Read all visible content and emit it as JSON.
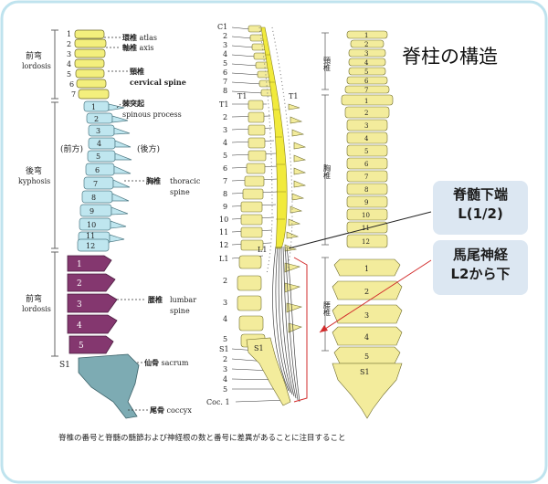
{
  "title": "脊柱の構造",
  "callouts": {
    "spinal_cord_end": [
      "脊髄下端",
      "L(1/2)"
    ],
    "cauda_equina": [
      "馬尾神経",
      "L2から下"
    ]
  },
  "left_diagram": {
    "region_labels": {
      "lordosis_top": [
        "前弯",
        "lordosis"
      ],
      "kyphosis": [
        "後弯",
        "kyphosis"
      ],
      "lordosis_bottom": [
        "前弯",
        "lordosis"
      ],
      "anterior": "(前方)",
      "posterior": "(後方)"
    },
    "part_labels": {
      "atlas": [
        "環椎",
        "atlas"
      ],
      "axis": [
        "軸椎",
        "axis"
      ],
      "cervical": [
        "頸椎",
        "cervical spine"
      ],
      "spinous": [
        "棘突起",
        "spinous process"
      ],
      "thoracic": [
        "胸椎",
        "thoracic",
        "spine"
      ],
      "lumbar": [
        "腰椎",
        "lumbar",
        "spine"
      ],
      "sacrum": [
        "仙骨",
        "sacrum"
      ],
      "coccyx": [
        "尾骨",
        "coccyx"
      ]
    },
    "s1_label": "S1",
    "cervical_numbers": [
      "1",
      "2",
      "3",
      "4",
      "5",
      "6",
      "7"
    ],
    "thoracic_numbers": [
      "1",
      "2",
      "3",
      "4",
      "5",
      "6",
      "7",
      "8",
      "9",
      "10",
      "11",
      "12"
    ],
    "lumbar_numbers": [
      "1",
      "2",
      "3",
      "4",
      "5"
    ],
    "colors": {
      "cervical": "#f3ef7d",
      "thoracic": "#bfe6ef",
      "lumbar": "#84376f",
      "sacrum": "#7dabb3"
    }
  },
  "middle_diagram": {
    "cervical_labels": [
      "C1",
      "2",
      "3",
      "4",
      "5",
      "6",
      "7",
      "8"
    ],
    "thoracic_labels": [
      "T1",
      "2",
      "3",
      "4",
      "5",
      "6",
      "7",
      "8",
      "9",
      "10",
      "11",
      "12"
    ],
    "lumbar_labels": [
      "L1",
      "2",
      "3",
      "4",
      "5"
    ],
    "sacral_labels": [
      "S1",
      "2",
      "3",
      "4",
      "5",
      "Coc. 1"
    ],
    "t1_marks": [
      "T1",
      "T1"
    ],
    "cord_labels": [
      "L1",
      "S1"
    ]
  },
  "right_diagram": {
    "region_labels": [
      "頸椎",
      "胸椎",
      "腰椎"
    ],
    "cervical_numbers": [
      "1",
      "2",
      "3",
      "4",
      "5",
      "6",
      "7"
    ],
    "thoracic_numbers": [
      "1",
      "2",
      "3",
      "4",
      "5",
      "6",
      "7",
      "8",
      "9",
      "10",
      "11",
      "12"
    ],
    "lumbar_numbers": [
      "1",
      "2",
      "3",
      "4",
      "5"
    ],
    "s1_label": "S1"
  },
  "footnote": "脊椎の番号と脊髄の髄節および神経根の数と番号に差異があることに注目すること",
  "accent_colors": {
    "frame": "#bfe3ee",
    "callout_bg": "#dce7f2",
    "arrow_red": "#d22b2b"
  }
}
